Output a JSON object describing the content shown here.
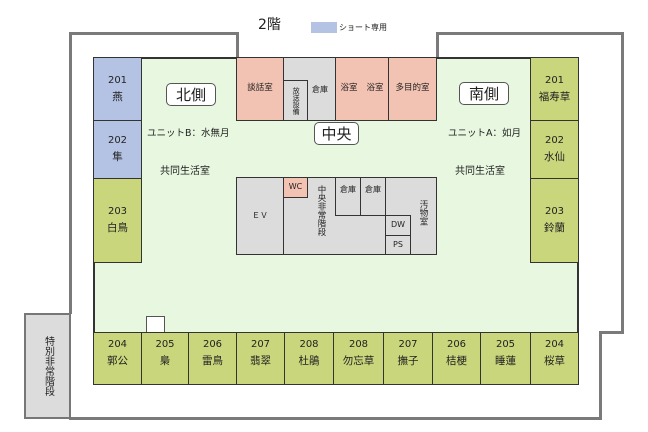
{
  "title": "2階",
  "legend": {
    "label": "ショート専用",
    "color": "#b4c3e4"
  },
  "colors": {
    "short_stay": "#b4c3e4",
    "resident_room": "#cad67c",
    "common_room": "#f2c3b3",
    "utility": "#dcdcdc",
    "floor": "#e8f8e0"
  },
  "north": {
    "label": "北側",
    "unit": "ユニットB：水無月",
    "living": "共同生活室",
    "rooms": [
      {
        "num": "201",
        "name": "燕"
      },
      {
        "num": "202",
        "name": "隼"
      },
      {
        "num": "203",
        "name": "白鳥"
      }
    ],
    "bottom_rooms": [
      {
        "num": "204",
        "name": "郭公"
      },
      {
        "num": "205",
        "name": "梟"
      },
      {
        "num": "206",
        "name": "雷鳥"
      },
      {
        "num": "207",
        "name": "翡翠"
      },
      {
        "num": "208",
        "name": "杜鵑"
      }
    ]
  },
  "south": {
    "label": "南側",
    "unit": "ユニットA：如月",
    "living": "共同生活室",
    "rooms": [
      {
        "num": "201",
        "name": "福寿草"
      },
      {
        "num": "202",
        "name": "水仙"
      },
      {
        "num": "203",
        "name": "鈴蘭"
      }
    ],
    "bottom_rooms": [
      {
        "num": "208",
        "name": "勿忘草"
      },
      {
        "num": "207",
        "name": "撫子"
      },
      {
        "num": "206",
        "name": "桔梗"
      },
      {
        "num": "205",
        "name": "睡蓮"
      },
      {
        "num": "204",
        "name": "桜草"
      }
    ]
  },
  "center": {
    "label": "中央",
    "top": {
      "lounge": "談話室",
      "broadcast": "放送設備",
      "storage": "倉庫",
      "bath1": "浴室",
      "bath2": "浴室",
      "multipurpose": "多目的室"
    },
    "core": {
      "ev": "ＥＶ",
      "wc": "WC",
      "stairs": "中央非常階段",
      "storage1": "倉庫",
      "storage2": "倉庫",
      "soiled": "汚物室",
      "dw": "DW",
      "ps": "PS"
    }
  },
  "emergency_stairs": "特別非常階段"
}
